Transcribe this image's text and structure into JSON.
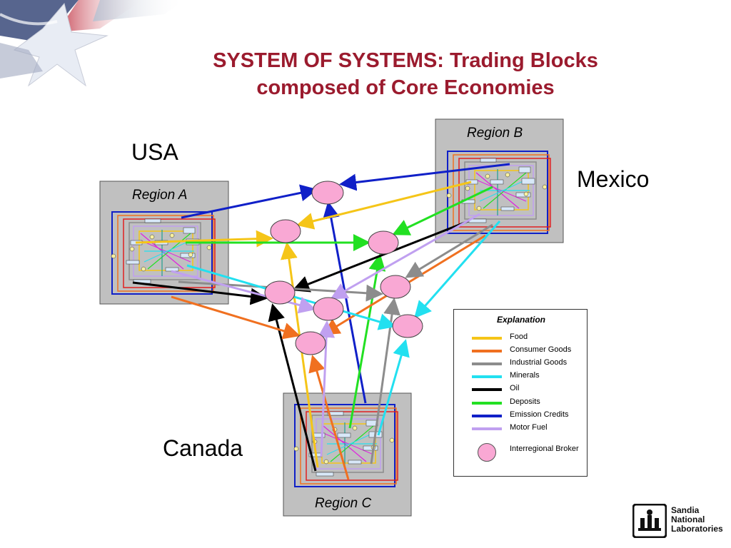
{
  "title": {
    "line1": "SYSTEM OF SYSTEMS: Trading Blocks",
    "line2": "composed of Core Economies"
  },
  "countries": {
    "usa": "USA",
    "mexico": "Mexico",
    "canada": "Canada"
  },
  "regions": {
    "a": "Region A",
    "b": "Region B",
    "c": "Region C"
  },
  "legend": {
    "title": "Explanation",
    "items": [
      {
        "label": "Food",
        "color": "#f5c518"
      },
      {
        "label": "Consumer Goods",
        "color": "#f07020"
      },
      {
        "label": "Industrial Goods",
        "color": "#8c8c8c"
      },
      {
        "label": "Minerals",
        "color": "#22e0f0"
      },
      {
        "label": "Oil",
        "color": "#000000"
      },
      {
        "label": "Deposits",
        "color": "#22e022"
      },
      {
        "label": "Emission Credits",
        "color": "#1020c8"
      },
      {
        "label": "Motor Fuel",
        "color": "#c0a0f0"
      }
    ],
    "broker_label": "Interregional Broker",
    "broker_color": "#f9a8d4"
  },
  "logo": {
    "line1": "Sandia",
    "line2": "National",
    "line3": "Laboratories"
  },
  "colors": {
    "title": "#9b1b2e",
    "region_fill": "#c0c0c0",
    "broker": "#f9a8d4"
  }
}
